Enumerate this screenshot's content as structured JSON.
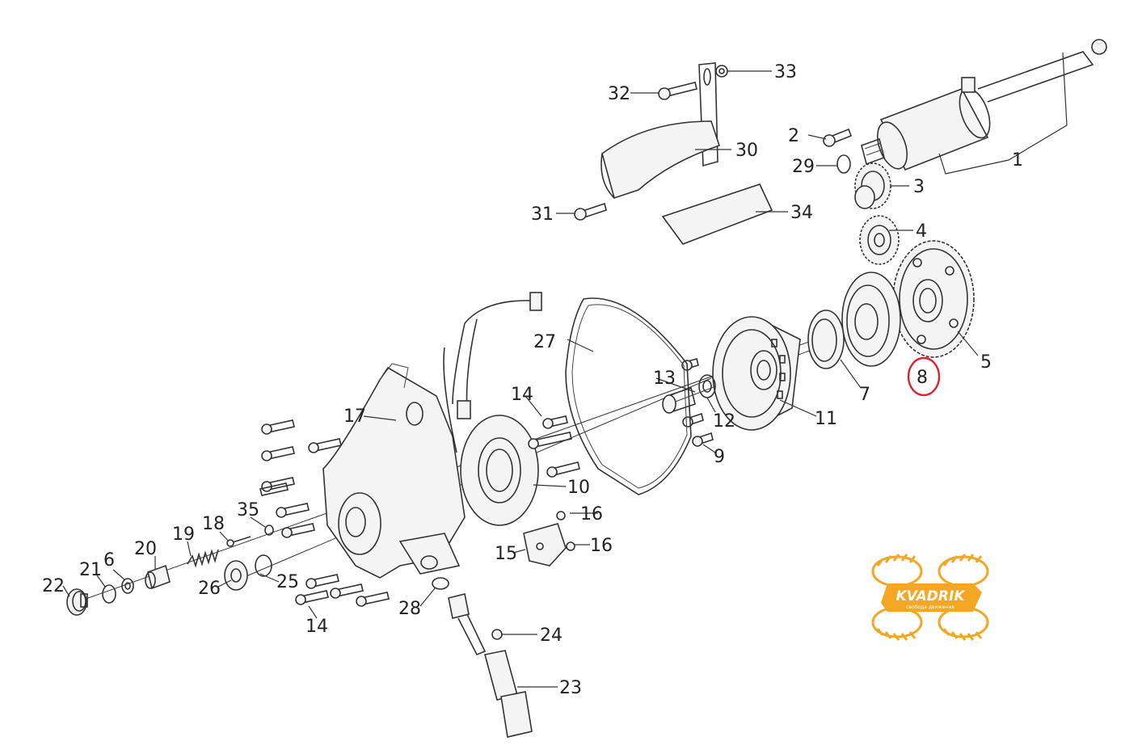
{
  "callouts": [
    {
      "id": "1",
      "label": "1"
    },
    {
      "id": "2",
      "label": "2"
    },
    {
      "id": "3",
      "label": "3"
    },
    {
      "id": "4",
      "label": "4"
    },
    {
      "id": "5",
      "label": "5"
    },
    {
      "id": "6",
      "label": "6"
    },
    {
      "id": "7",
      "label": "7"
    },
    {
      "id": "8",
      "label": "8"
    },
    {
      "id": "9",
      "label": "9"
    },
    {
      "id": "10",
      "label": "10"
    },
    {
      "id": "11",
      "label": "11"
    },
    {
      "id": "12",
      "label": "12"
    },
    {
      "id": "13",
      "label": "13"
    },
    {
      "id": "14a",
      "label": "14"
    },
    {
      "id": "14b",
      "label": "14"
    },
    {
      "id": "15",
      "label": "15"
    },
    {
      "id": "16a",
      "label": "16"
    },
    {
      "id": "16b",
      "label": "16"
    },
    {
      "id": "17",
      "label": "17"
    },
    {
      "id": "18",
      "label": "18"
    },
    {
      "id": "19",
      "label": "19"
    },
    {
      "id": "20",
      "label": "20"
    },
    {
      "id": "21",
      "label": "21"
    },
    {
      "id": "22",
      "label": "22"
    },
    {
      "id": "23",
      "label": "23"
    },
    {
      "id": "24",
      "label": "24"
    },
    {
      "id": "25",
      "label": "25"
    },
    {
      "id": "26",
      "label": "26"
    },
    {
      "id": "27",
      "label": "27"
    },
    {
      "id": "28",
      "label": "28"
    },
    {
      "id": "29",
      "label": "29"
    },
    {
      "id": "30",
      "label": "30"
    },
    {
      "id": "31",
      "label": "31"
    },
    {
      "id": "32",
      "label": "32"
    },
    {
      "id": "33",
      "label": "33"
    },
    {
      "id": "34",
      "label": "34"
    },
    {
      "id": "35",
      "label": "35"
    }
  ],
  "highlighted_callout": "8",
  "highlight_color": "#d9232e",
  "logo": {
    "name": "KVADRIK",
    "tagline": "свобода движения",
    "color": "#f5a623"
  }
}
